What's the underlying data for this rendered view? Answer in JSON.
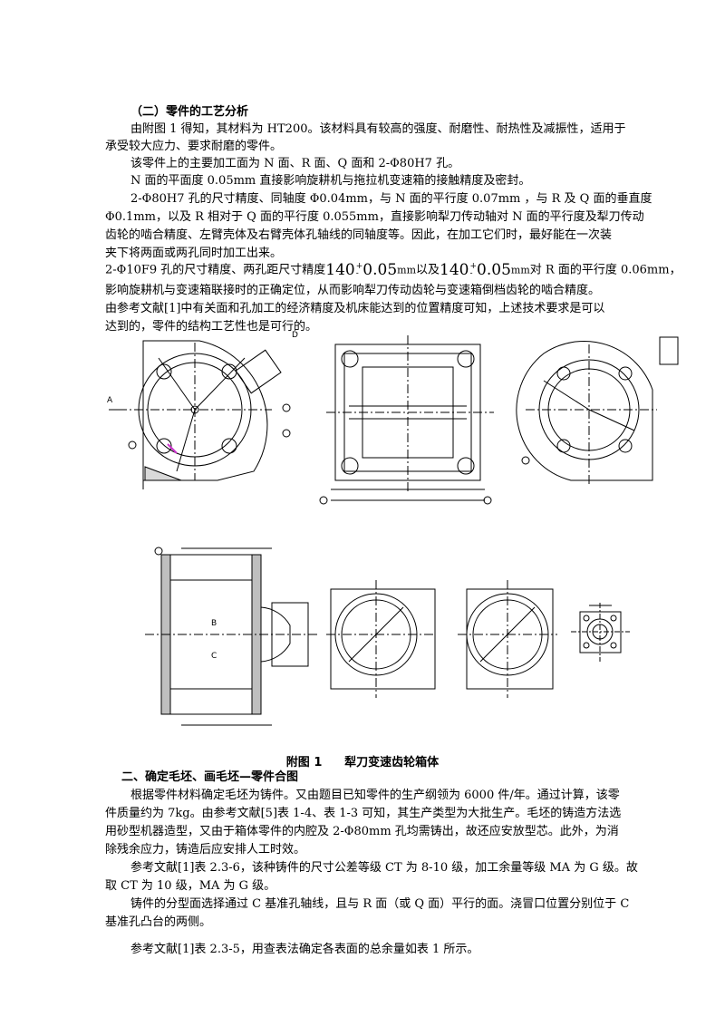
{
  "section_heading": "（二）零件的工艺分析",
  "para1_l1": "由附图 1 得知，其材料为 HT200。该材料具有较高的强度、耐磨性、耐热性及减振性，适用于",
  "para1_l2": "承受较大应力、要求耐磨的零件。",
  "para2": "该零件上的主要加工面为 N 面、R 面、Q 面和 2-Φ80H7 孔。",
  "para3": "N 面的平面度 0.05mm 直接影响旋耕机与拖拉机变速箱的接触精度及密封。",
  "para4_l1": "2-Φ80H7 孔的尺寸精度、同轴度 Φ0.04mm，与 N 面的平行度 0.07mm ，与 R 及 Q  面的垂直度",
  "para4_l2": "Φ0.1mm，以及 R 相对于 Q 面的平行度 0.055mm，直接影响犁刀传动轴对 N 面的平行度及犁刀传动",
  "para4_l3": "齿轮的啮合精度、左臂壳体及右臂壳体孔轴线的同轴度等。因此，在加工它们时，最好能在一次装",
  "para4_l4": "夹下将两面或两孔同时加工出来。",
  "para5_a": "2-Φ10F9 孔的尺寸精度、两孔距尺寸精度",
  "tol_base": "140",
  "tol_upper": "+",
  "tol_value": "0.05",
  "tol_lower": "-",
  "tol_unit": "mm",
  "para5_join": "以及",
  "para5_b": "对 R 面的平行度 0.06mm，",
  "para5_l2": "影响旋耕机与变速箱联接时的正确定位，从而影响犁刀传动齿轮与变速箱倒档齿轮的啮合精度。",
  "para6_l1": "由参考文献[1]中有关面和孔加工的经济精度及机床能达到的位置精度可知，上述技术要求是可以",
  "para6_l2": "达到的，零件的结构工艺性也是可行的。",
  "drawing_labels": {
    "A": "A",
    "B": "B",
    "C": "C",
    "D": "D"
  },
  "figure_caption_label": "附图 1",
  "figure_caption_title": "犁刀变速齿轮箱体",
  "section2_heading": "二、确定毛坯、画毛坯—零件合图",
  "para7_l1": "根据零件材料确定毛坯为铸件。又由题目已知零件的生产纲领为 6000 件/年。通过计算，该零",
  "para7_l2": "件质量约为 7kg。由参考文献[5]表 1-4、表 1-3 可知，其生产类型为大批生产。毛坯的铸造方法选",
  "para7_l3": "用砂型机器造型，又由于箱体零件的内腔及 2-Φ80mm 孔均需铸出，故还应安放型芯。此外，为消",
  "para7_l4": "除残余应力，铸造后应安排人工时效。",
  "para8_l1": "参考文献[1]表 2.3-6，该种铸件的尺寸公差等级 CT 为 8-10 级，加工余量等级 MA 为 G 级。故",
  "para8_l2": "取 CT 为 10 级，MA 为 G 级。",
  "para9_l1": "铸件的分型面选择通过 C 基准孔轴线，且与 R 面（或 Q 面）平行的面。浇冒口位置分别位于 C",
  "para9_l2": "基准孔凸台的两侧。",
  "para10": "参考文献[1]表 2.3-5，用查表法确定各表面的总余量如表 1 所示。",
  "colors": {
    "ink": "#000000",
    "paper": "#ffffff",
    "accent": "#cc33cc"
  }
}
